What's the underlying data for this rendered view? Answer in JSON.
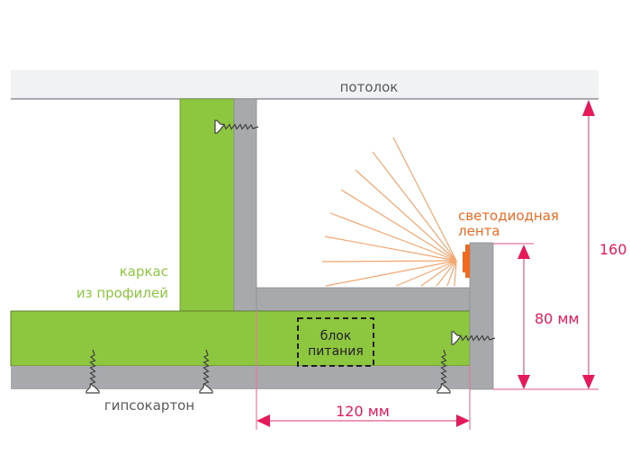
{
  "labels": {
    "ceiling": "потолок",
    "frame_line1": "каркас",
    "frame_line2": "из профилей",
    "drywall": "гипсокартон",
    "power_unit_line1": "блок",
    "power_unit_line2": "питания",
    "led_line1": "светодиодная",
    "led_line2": "лента"
  },
  "dimensions": {
    "width": "120 мм",
    "height_inner": "80 мм",
    "height_total": "160"
  },
  "colors": {
    "profile": "#8dc63f",
    "drywall": "#a7a9ac",
    "ceiling": "#f1f2f3",
    "dimension": "#e6195a",
    "dimension_line": "#e8799b",
    "led": "#f06a22",
    "rays": "#f4a66f",
    "text_gray": "#58595b"
  }
}
